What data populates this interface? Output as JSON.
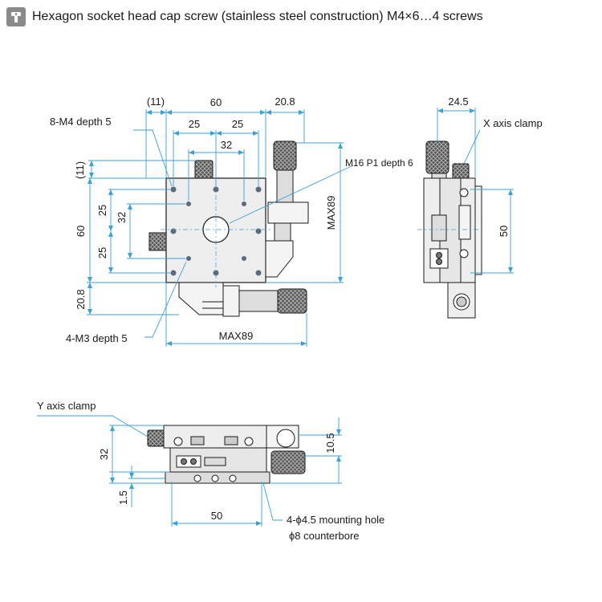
{
  "header": {
    "icon": "screw-icon",
    "title": "Hexagon socket head cap screw (stainless steel construction) M4×6…4 screws"
  },
  "colors": {
    "dimension": "#3aa0d8",
    "outline": "#1a1a1a",
    "stage_fill": "#eaeaea",
    "stage_dark": "#7a7a7a"
  },
  "labels": {
    "tap_m4": "8-M4 depth 5",
    "tap_m3": "4-M3 depth 5",
    "center_thread": "M16 P1 depth 6",
    "x_clamp": "X axis clamp",
    "y_clamp": "Y axis clamp",
    "mount_hole": "4-ϕ4.5 mounting hole",
    "counterbore": "ϕ8 counterbore"
  },
  "dims": {
    "top_11": "(11)",
    "top_60": "60",
    "top_208": "20.8",
    "top_25a": "25",
    "top_25b": "25",
    "top_32": "32",
    "left_11": "(11)",
    "left_25a": "25",
    "left_32": "32",
    "left_60": "60",
    "left_25b": "25",
    "left_208": "20.8",
    "bottom_max": "MAX89",
    "right_max": "MAX89",
    "side_245": "24.5",
    "side_50": "50",
    "front_32": "32",
    "front_105": "10.5",
    "front_15": "1.5",
    "front_50": "50"
  }
}
